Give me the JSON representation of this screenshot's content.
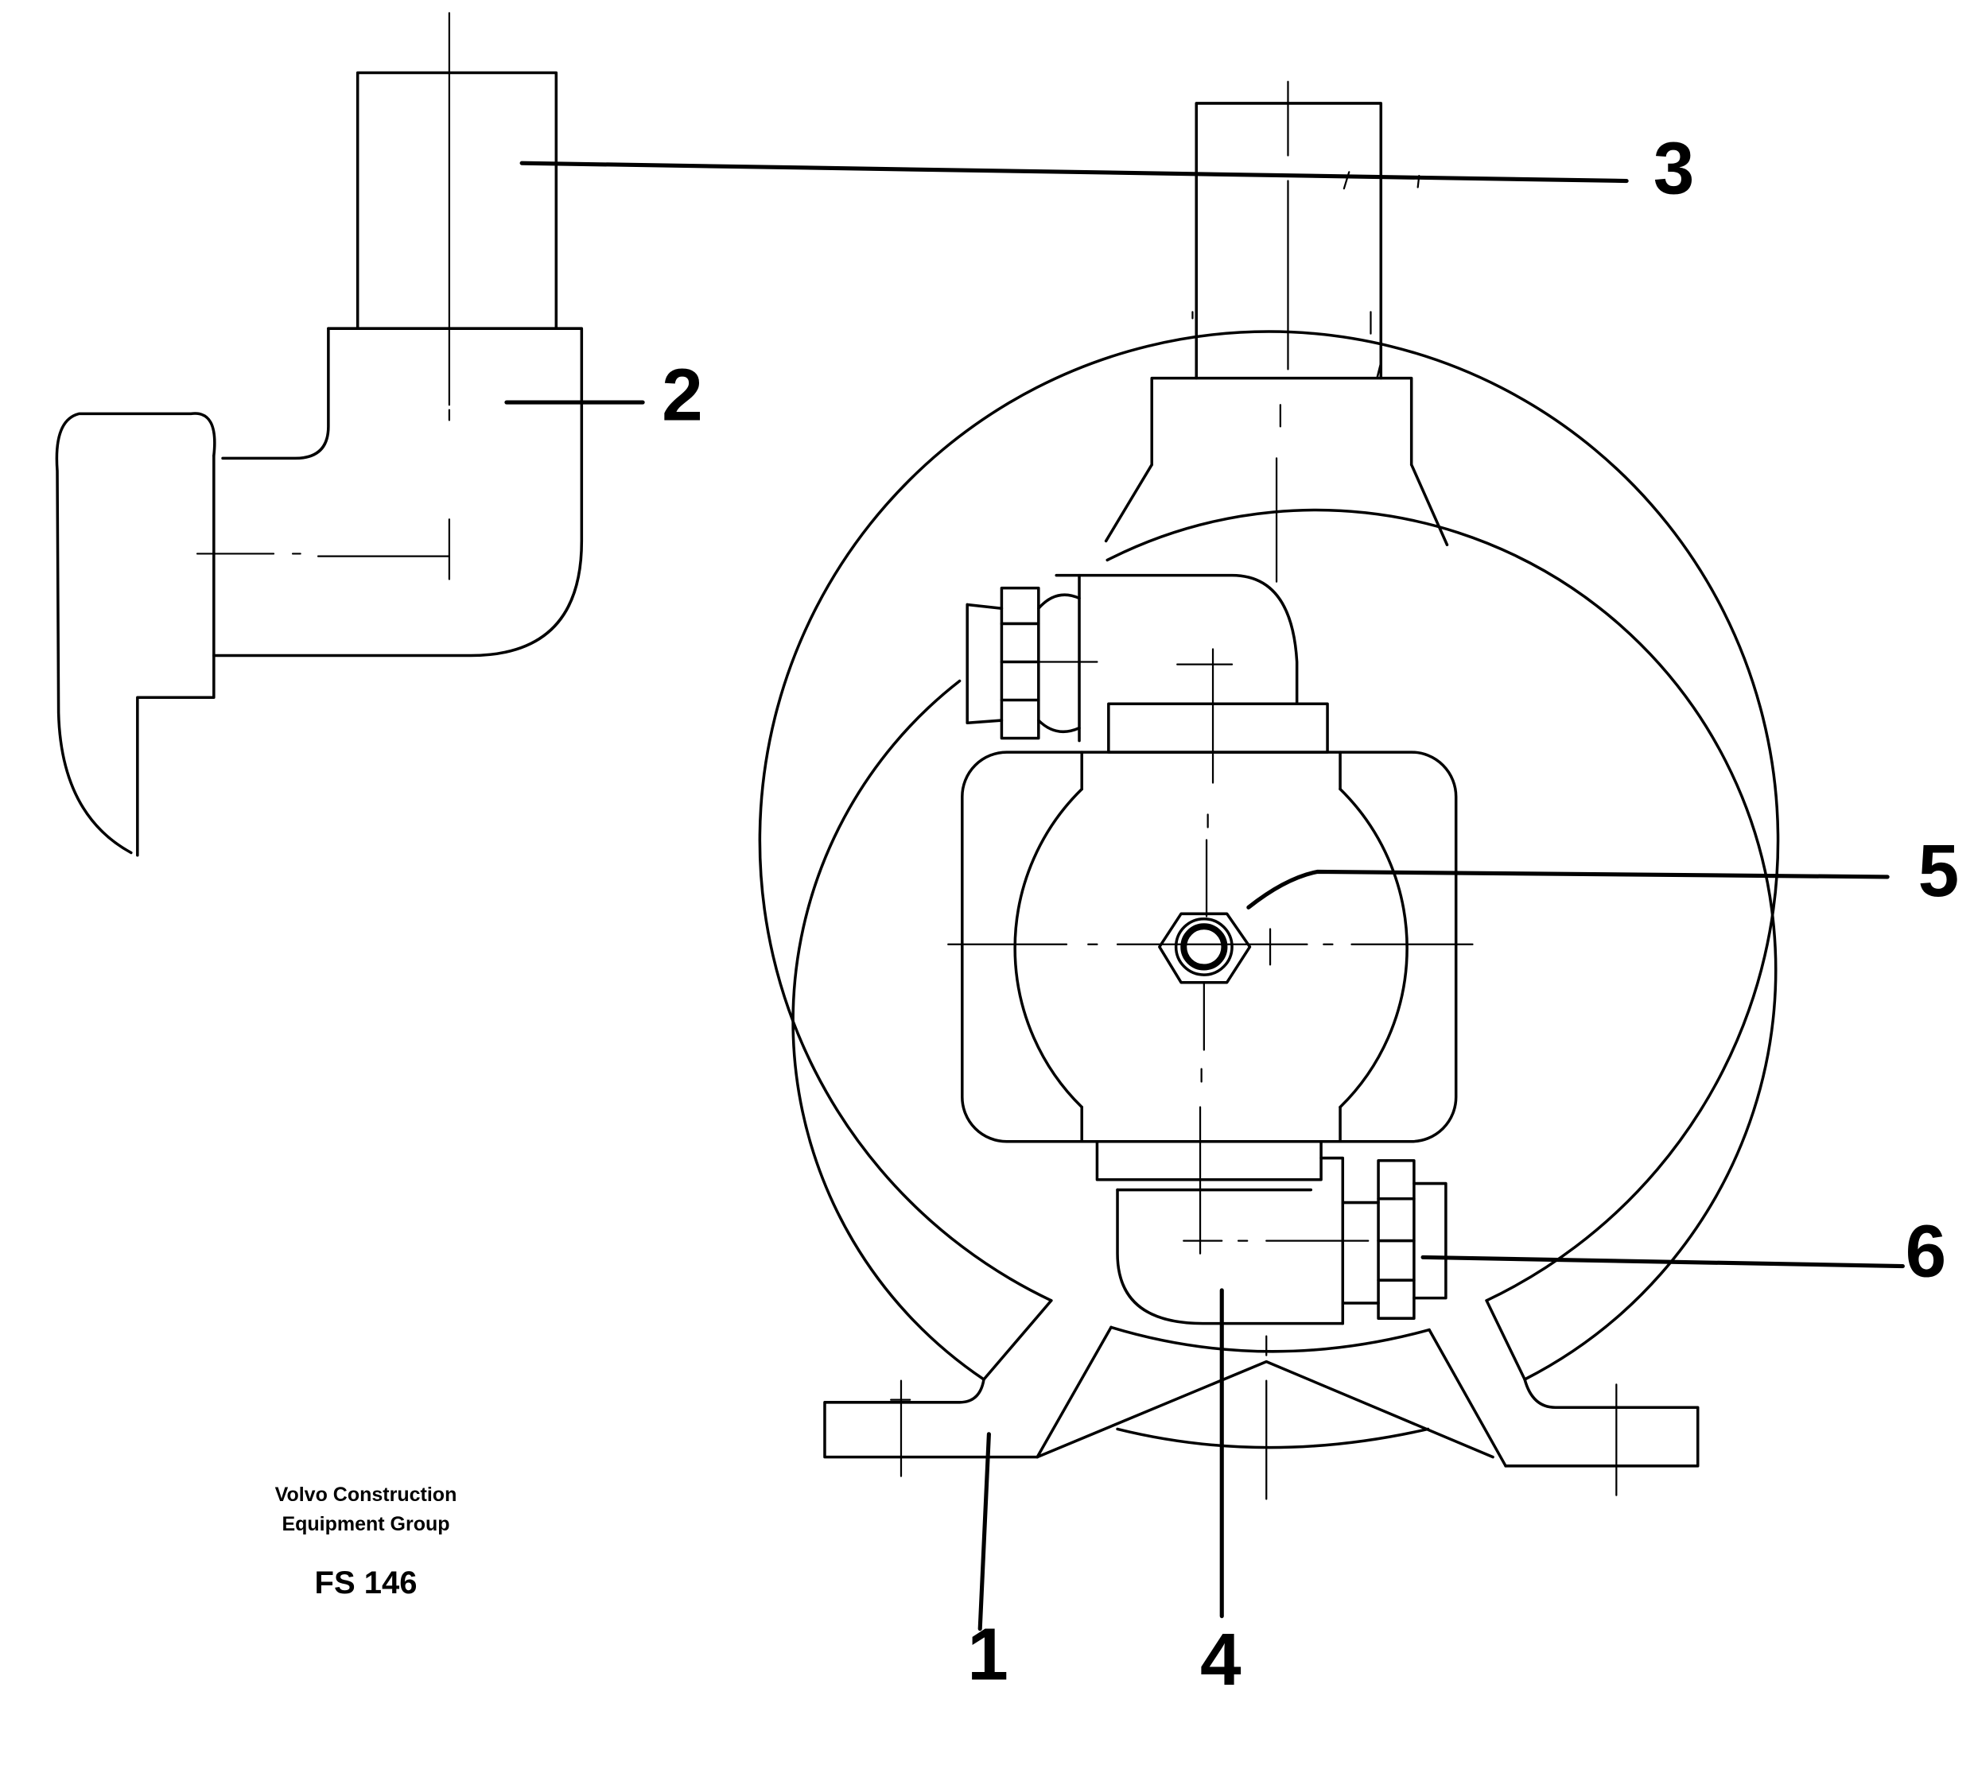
{
  "figure": {
    "publisher_line1": "Volvo Construction",
    "publisher_line2": "Equipment Group",
    "figure_code": "FS 146"
  },
  "callouts": {
    "c1": "1",
    "c2": "2",
    "c3": "3",
    "c4": "4",
    "c5": "5",
    "c6": "6"
  },
  "colors": {
    "ink": "#000000",
    "paper": "#ffffff"
  }
}
